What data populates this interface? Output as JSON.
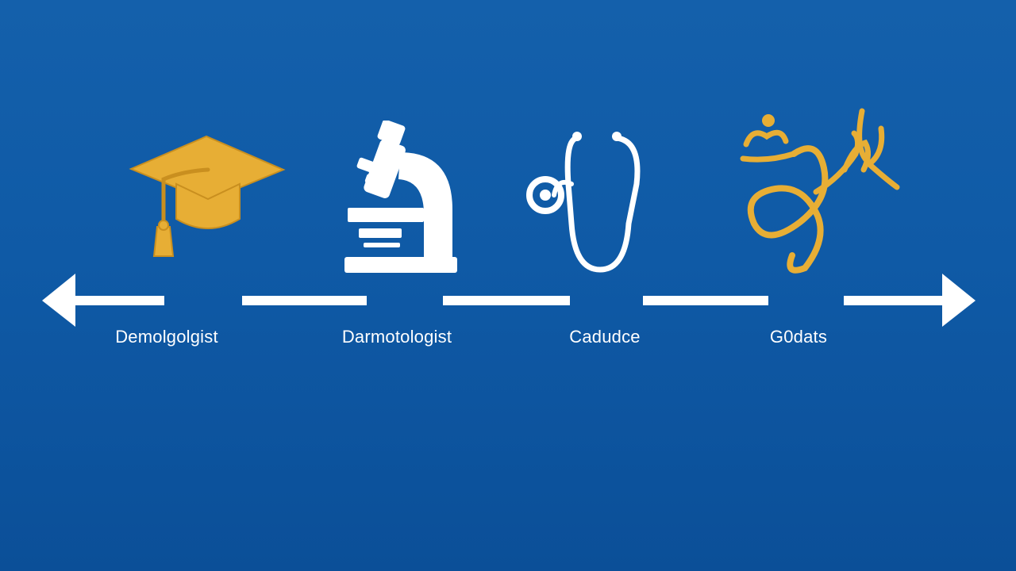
{
  "colors": {
    "background": "#0f5aa6",
    "line": "#ffffff",
    "gold": "#e7ae35",
    "white_icon": "#ffffff"
  },
  "steps": [
    {
      "icon": "graduation-cap-icon",
      "label": "Demolgolgist"
    },
    {
      "icon": "microscope-icon",
      "label": "Darmotologist"
    },
    {
      "icon": "stethoscope-icon",
      "label": "Cadudce"
    },
    {
      "icon": "caduceus-like-icon",
      "label": "G0dats"
    }
  ]
}
